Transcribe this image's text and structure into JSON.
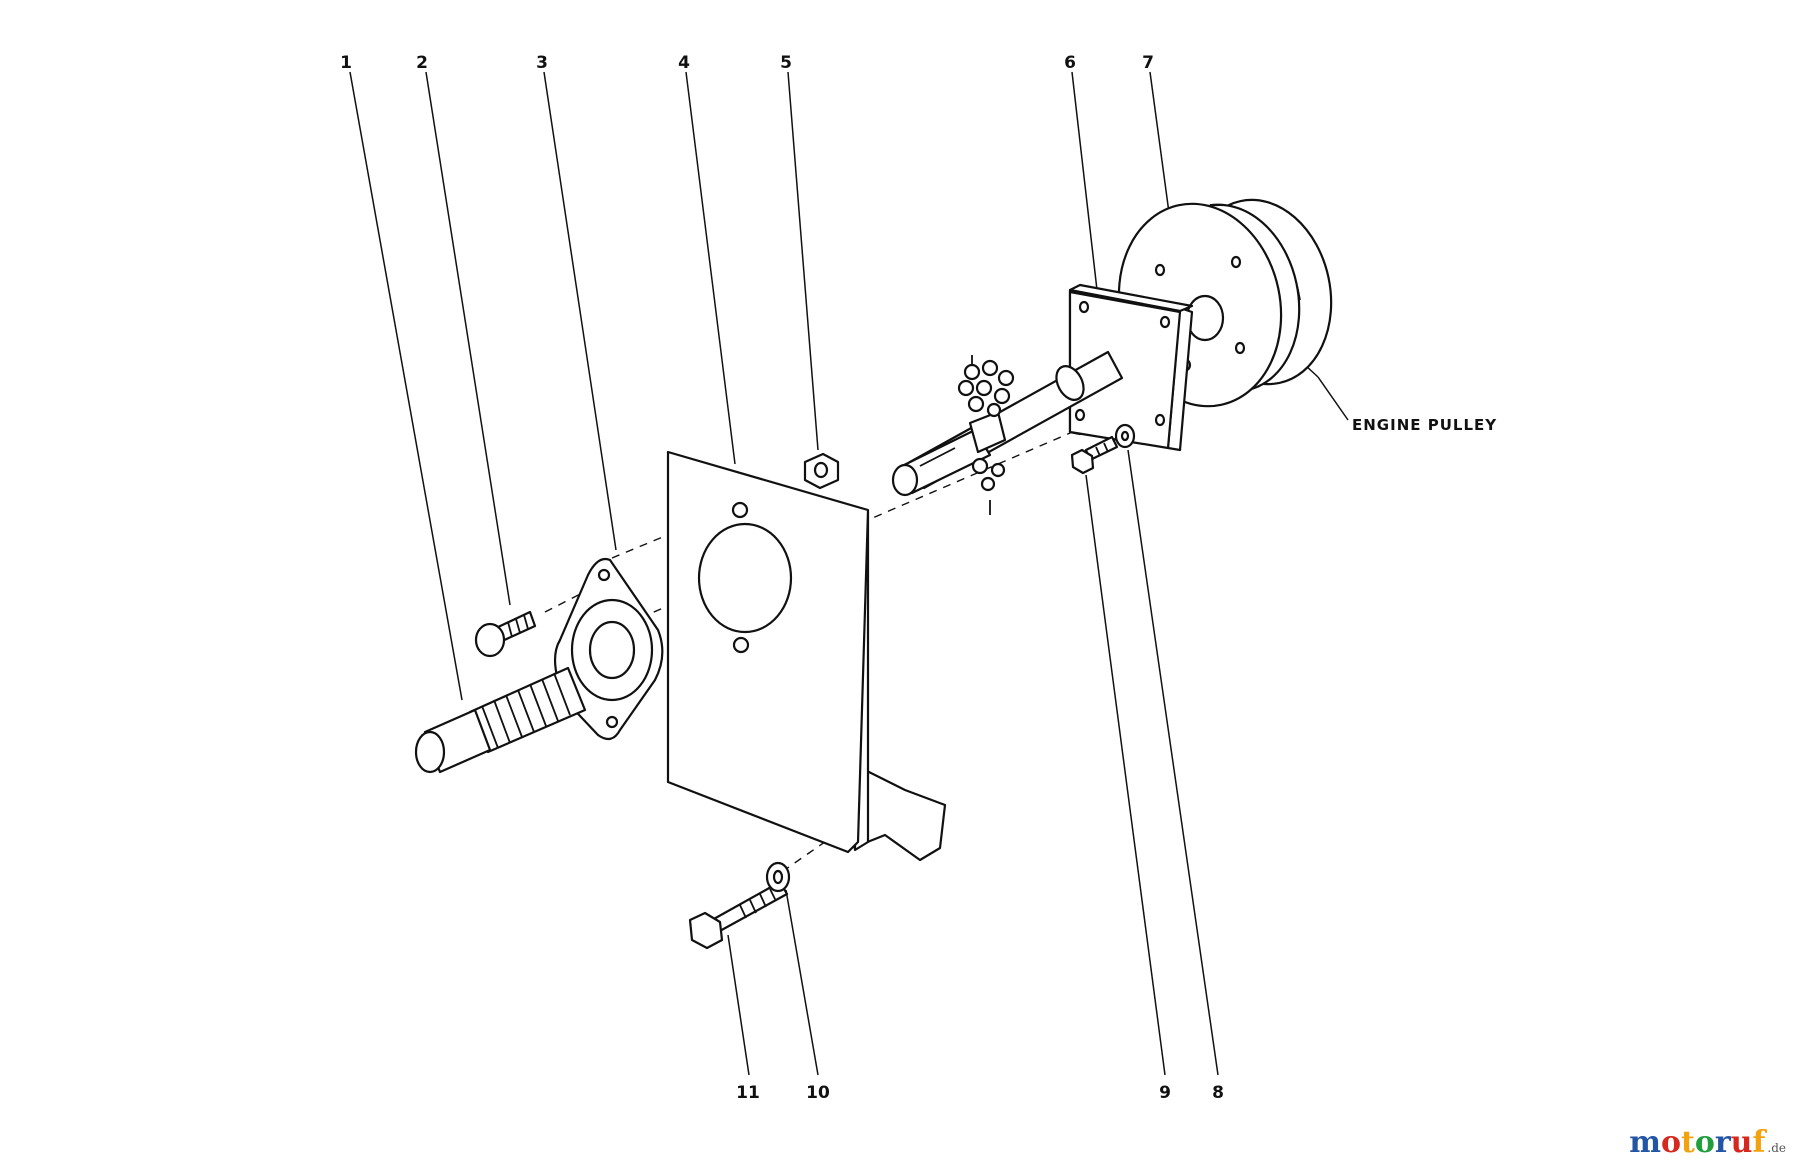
{
  "parts": [
    {
      "id": "1",
      "label": "1"
    },
    {
      "id": "2",
      "label": "2"
    },
    {
      "id": "3",
      "label": "3"
    },
    {
      "id": "4",
      "label": "4"
    },
    {
      "id": "5",
      "label": "5"
    },
    {
      "id": "6",
      "label": "6"
    },
    {
      "id": "7",
      "label": "7"
    },
    {
      "id": "8",
      "label": "8"
    },
    {
      "id": "9",
      "label": "9"
    },
    {
      "id": "10",
      "label": "10"
    },
    {
      "id": "11",
      "label": "11"
    }
  ],
  "annotation": {
    "engine_pulley": "ENGINE PULLEY"
  },
  "watermark": {
    "text": "motoruf",
    "tld": ".de",
    "letter_colors": [
      "#2255a4",
      "#d6281e",
      "#f2a20c",
      "#1e9e3c",
      "#2255a4",
      "#d6281e",
      "#f2a20c"
    ]
  },
  "colors": {
    "ink": "#111111",
    "background": "#ffffff"
  }
}
